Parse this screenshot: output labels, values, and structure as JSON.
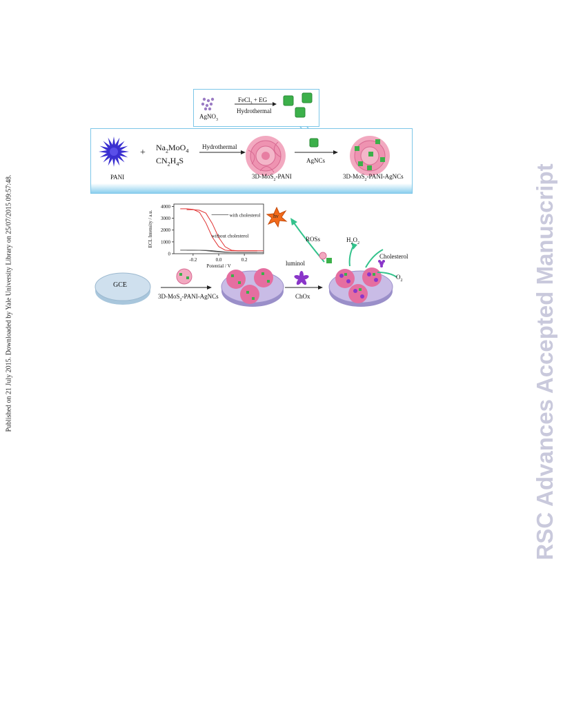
{
  "margin_text": "Published on 21 July 2015. Downloaded by Yale University Library on 25/07/2015 09:57:48.",
  "watermark": "RSC Advances Accepted Manuscript",
  "synthesis": {
    "inset_precursor": "AgNO",
    "inset_precursor_sub": "3",
    "inset_reagents_a": "FeCl",
    "inset_reagents_sub": "3",
    "inset_reagents_b": " + EG",
    "inset_condition": "Hydrothermal",
    "pani_label": "PANI",
    "plus": "+",
    "reagent1_a": "Na",
    "reagent1_sub": "2",
    "reagent1_b": "MoO",
    "reagent1_sub2": "4",
    "reagent2_a": "CN",
    "reagent2_sub": "2",
    "reagent2_b": "H",
    "reagent2_sub2": "4",
    "reagent2_c": "S",
    "step1_condition": "Hydrothermal",
    "intermediate_a": "3D-MoS",
    "intermediate_sub": "2",
    "intermediate_b": "-PANI",
    "step2_condition": "AgNCs",
    "product_a": "3D-MoS",
    "product_sub": "2",
    "product_b": "-PANI-AgNCs"
  },
  "sensor": {
    "electrode_label": "GCE",
    "modifier_a": "3D-MoS",
    "modifier_sub": "2",
    "modifier_b": "-PANI-AgNCs",
    "enzyme_label": "ChOx",
    "luminol": "luminol",
    "ros": "ROSs",
    "h2o2_a": "H",
    "h2o2_sub1": "2",
    "h2o2_b": "O",
    "h2o2_sub2": "2",
    "cholesterol": "Cholesterol",
    "o2_a": "O",
    "o2_sub": "2",
    "hv": "hν"
  },
  "chart_data": {
    "type": "line",
    "xlabel": "Potential / V",
    "ylabel": "ECL Intensity / a.u.",
    "x_ticks": [
      "-0.2",
      "0.0",
      "0.2"
    ],
    "y_ticks": [
      "0",
      "1000",
      "2000",
      "3000",
      "4000"
    ],
    "xlim": [
      -0.35,
      0.35
    ],
    "ylim": [
      0,
      4200
    ],
    "series": [
      {
        "name": "with cholesterol",
        "color": "#e03030",
        "x": [
          -0.3,
          -0.25,
          -0.2,
          -0.15,
          -0.1,
          -0.05,
          0.0,
          0.05,
          0.1,
          0.15,
          0.2,
          0.25,
          0.3
        ],
        "y": [
          3800,
          3800,
          3750,
          3500,
          2600,
          1400,
          600,
          300,
          250,
          250,
          250,
          250,
          250
        ]
      },
      {
        "name": "without cholesterol",
        "color": "#555555",
        "x": [
          -0.3,
          -0.25,
          -0.2,
          -0.15,
          -0.1,
          -0.05,
          0.0,
          0.05,
          0.1,
          0.15,
          0.2,
          0.25,
          0.3
        ],
        "y": [
          300,
          300,
          300,
          290,
          260,
          200,
          150,
          120,
          110,
          110,
          110,
          110,
          110
        ]
      }
    ],
    "annotations": [
      "with cholesterol",
      "without cholesterol"
    ]
  }
}
